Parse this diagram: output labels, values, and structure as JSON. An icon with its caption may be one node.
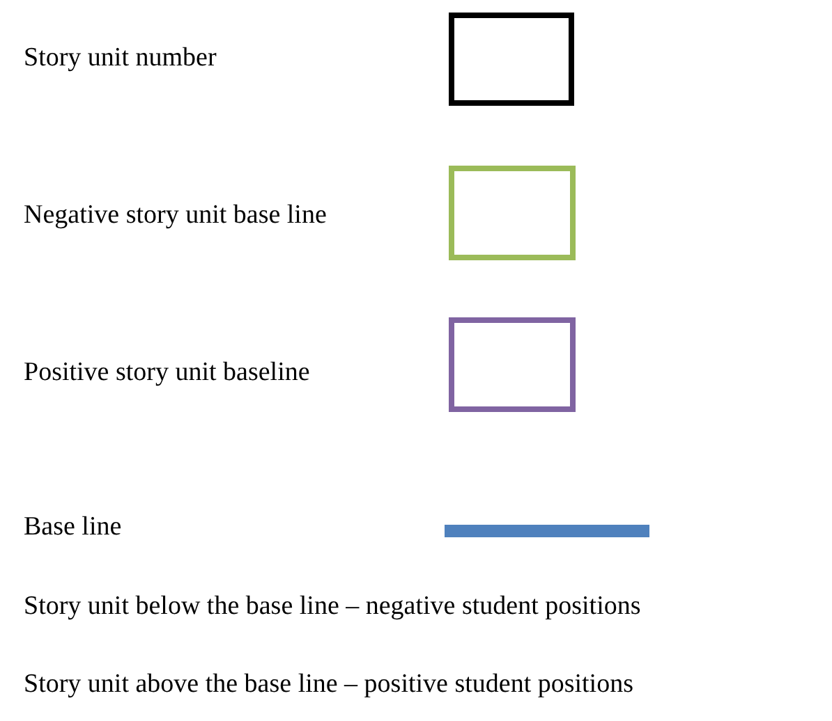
{
  "diagram": {
    "legend": [
      {
        "text": "Story unit number"
      },
      {
        "text": "Negative story unit base line"
      },
      {
        "text": "Positive story unit baseline"
      },
      {
        "text": "Base line"
      }
    ],
    "labels": [
      "Story unit below the base line – negative student positions",
      "Story unit above the base line – positive student positions"
    ]
  }
}
